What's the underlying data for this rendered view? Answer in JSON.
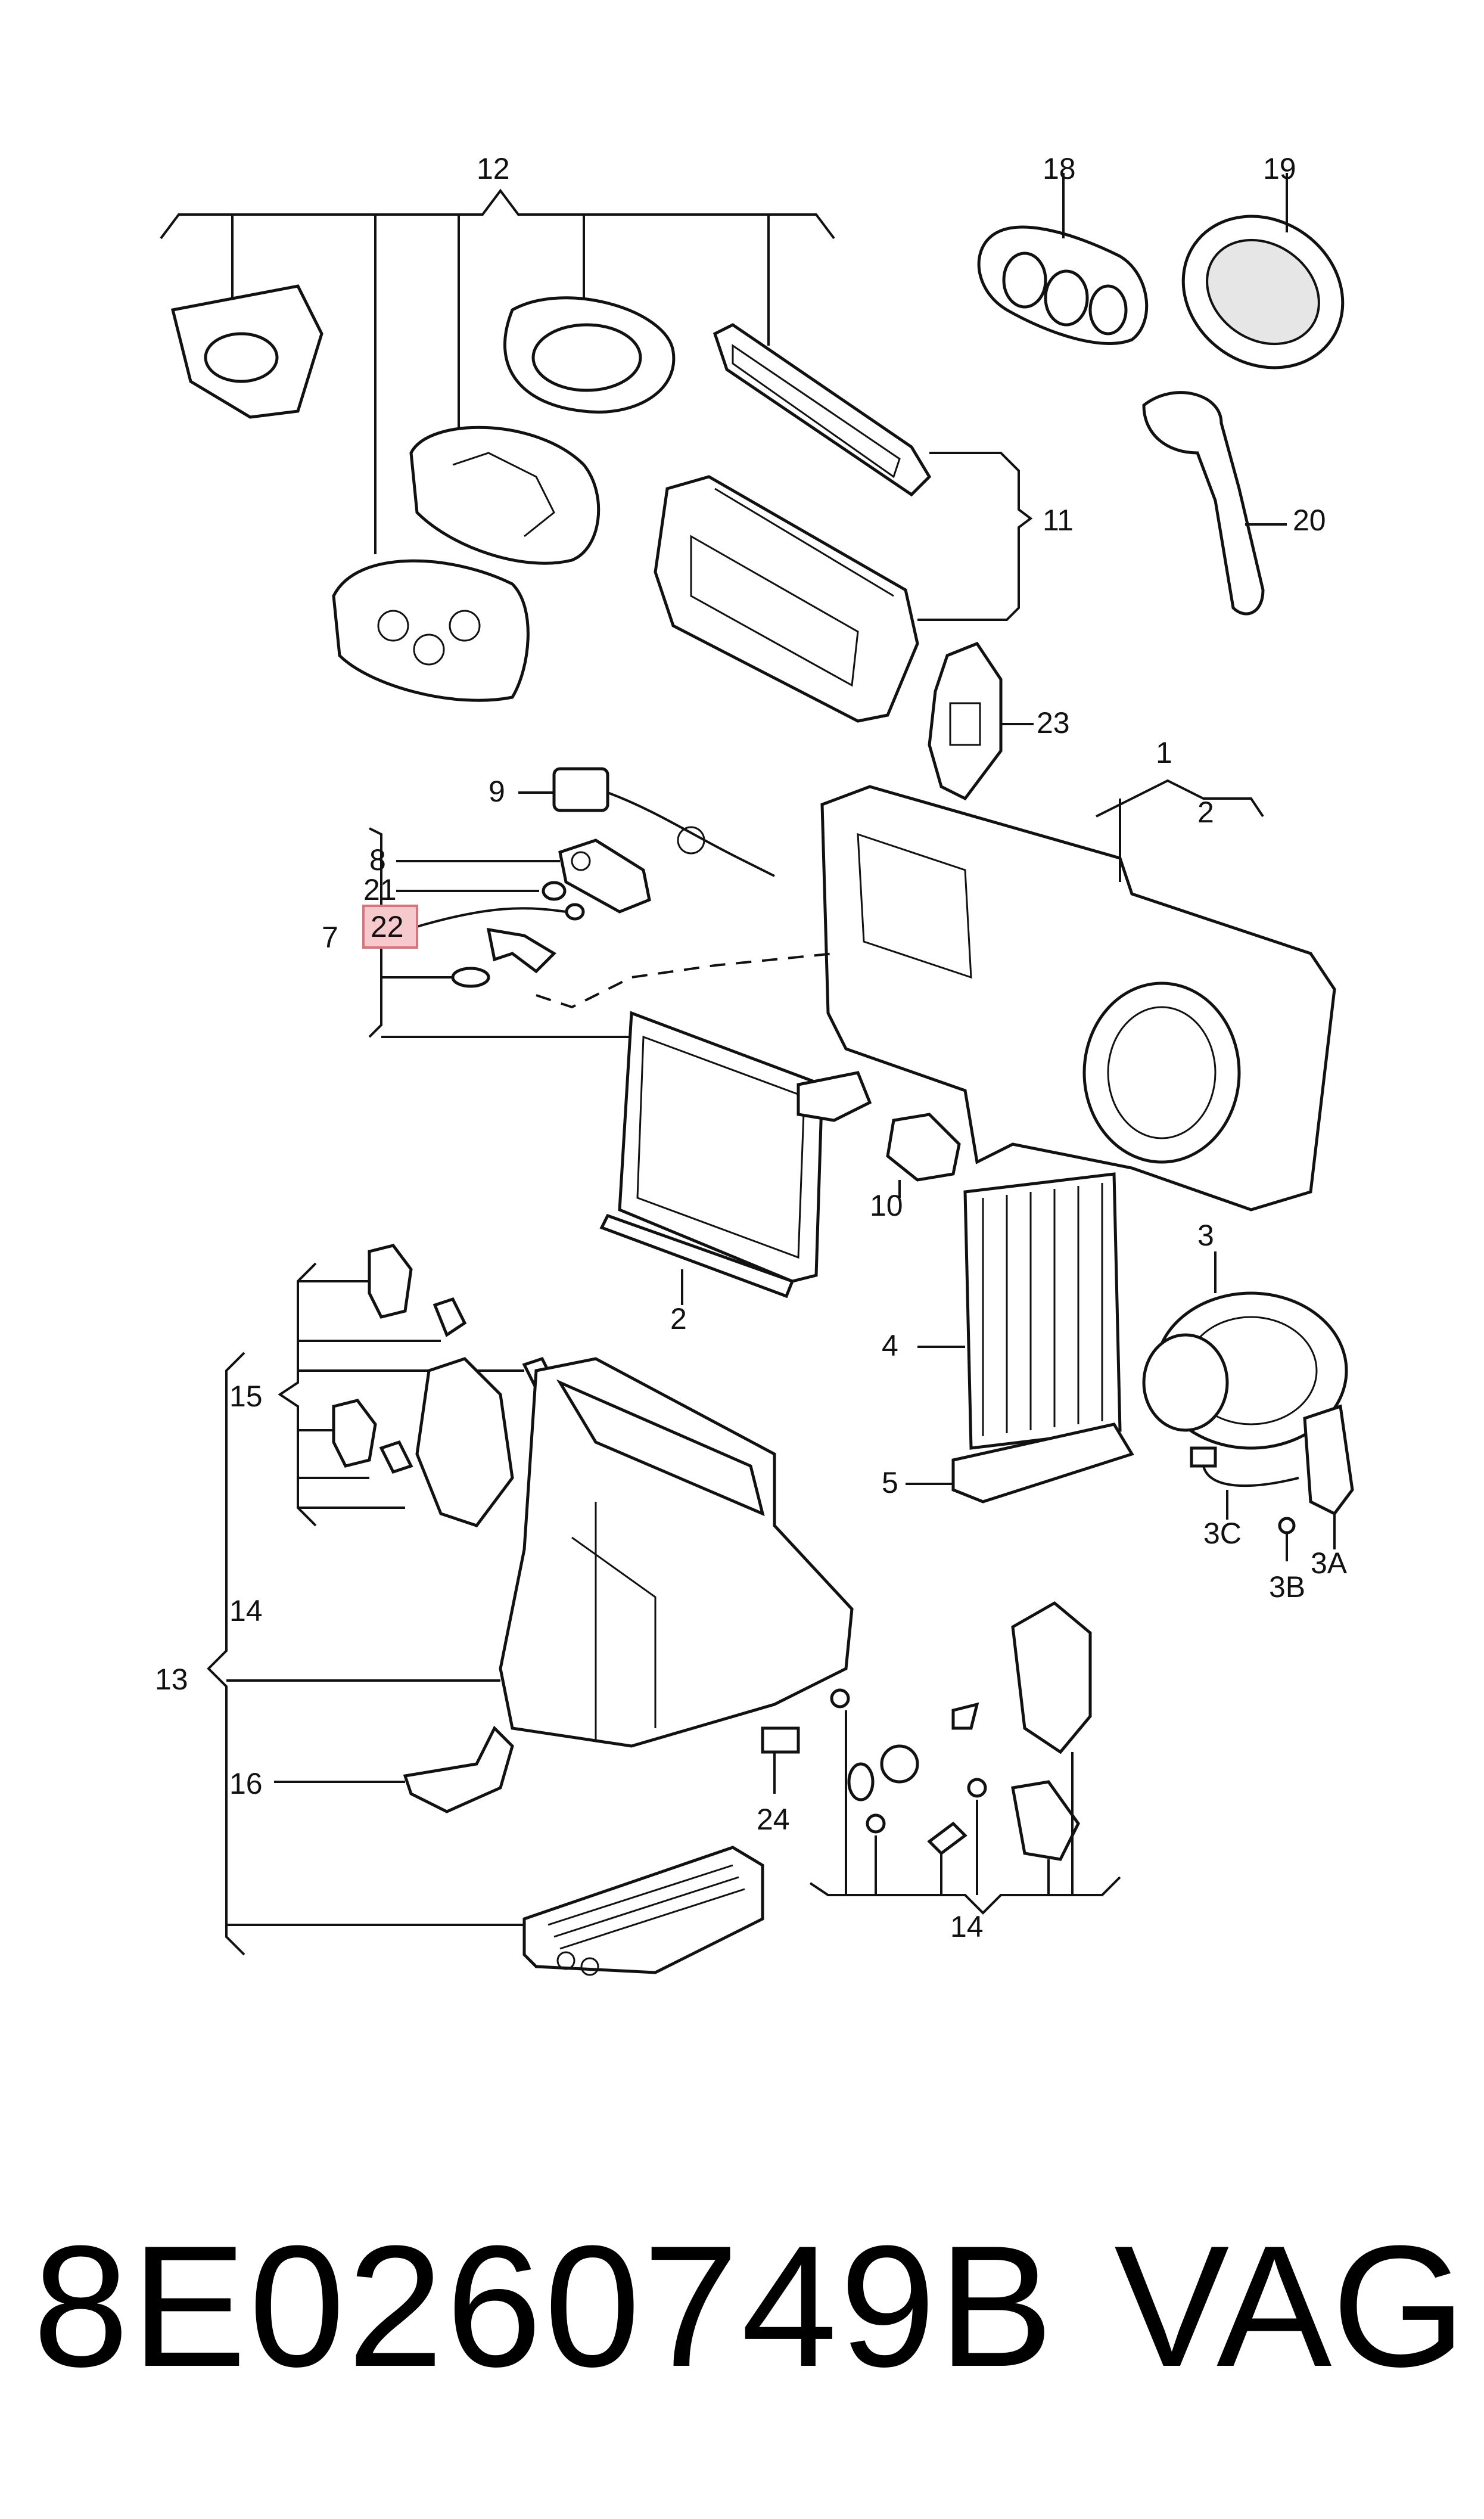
{
  "diagram": {
    "callouts": {
      "c1": "1",
      "c2": "2",
      "c2b": "2",
      "c3": "3",
      "c3a": "3A",
      "c3b": "3B",
      "c3c": "3C",
      "c4": "4",
      "c5": "5",
      "c7": "7",
      "c8": "8",
      "c9": "9",
      "c10": "10",
      "c11": "11",
      "c12": "12",
      "c13": "13",
      "c14a": "14",
      "c14b": "14",
      "c15": "15",
      "c16": "16",
      "c18": "18",
      "c19": "19",
      "c20": "20",
      "c21": "21",
      "c22": "22",
      "c23": "23",
      "c24": "24"
    },
    "highlighted_callout": "22",
    "highlight_color": "#f6c9cd"
  },
  "footer": {
    "part_number": "8E0260749B",
    "brand": "VAG"
  }
}
